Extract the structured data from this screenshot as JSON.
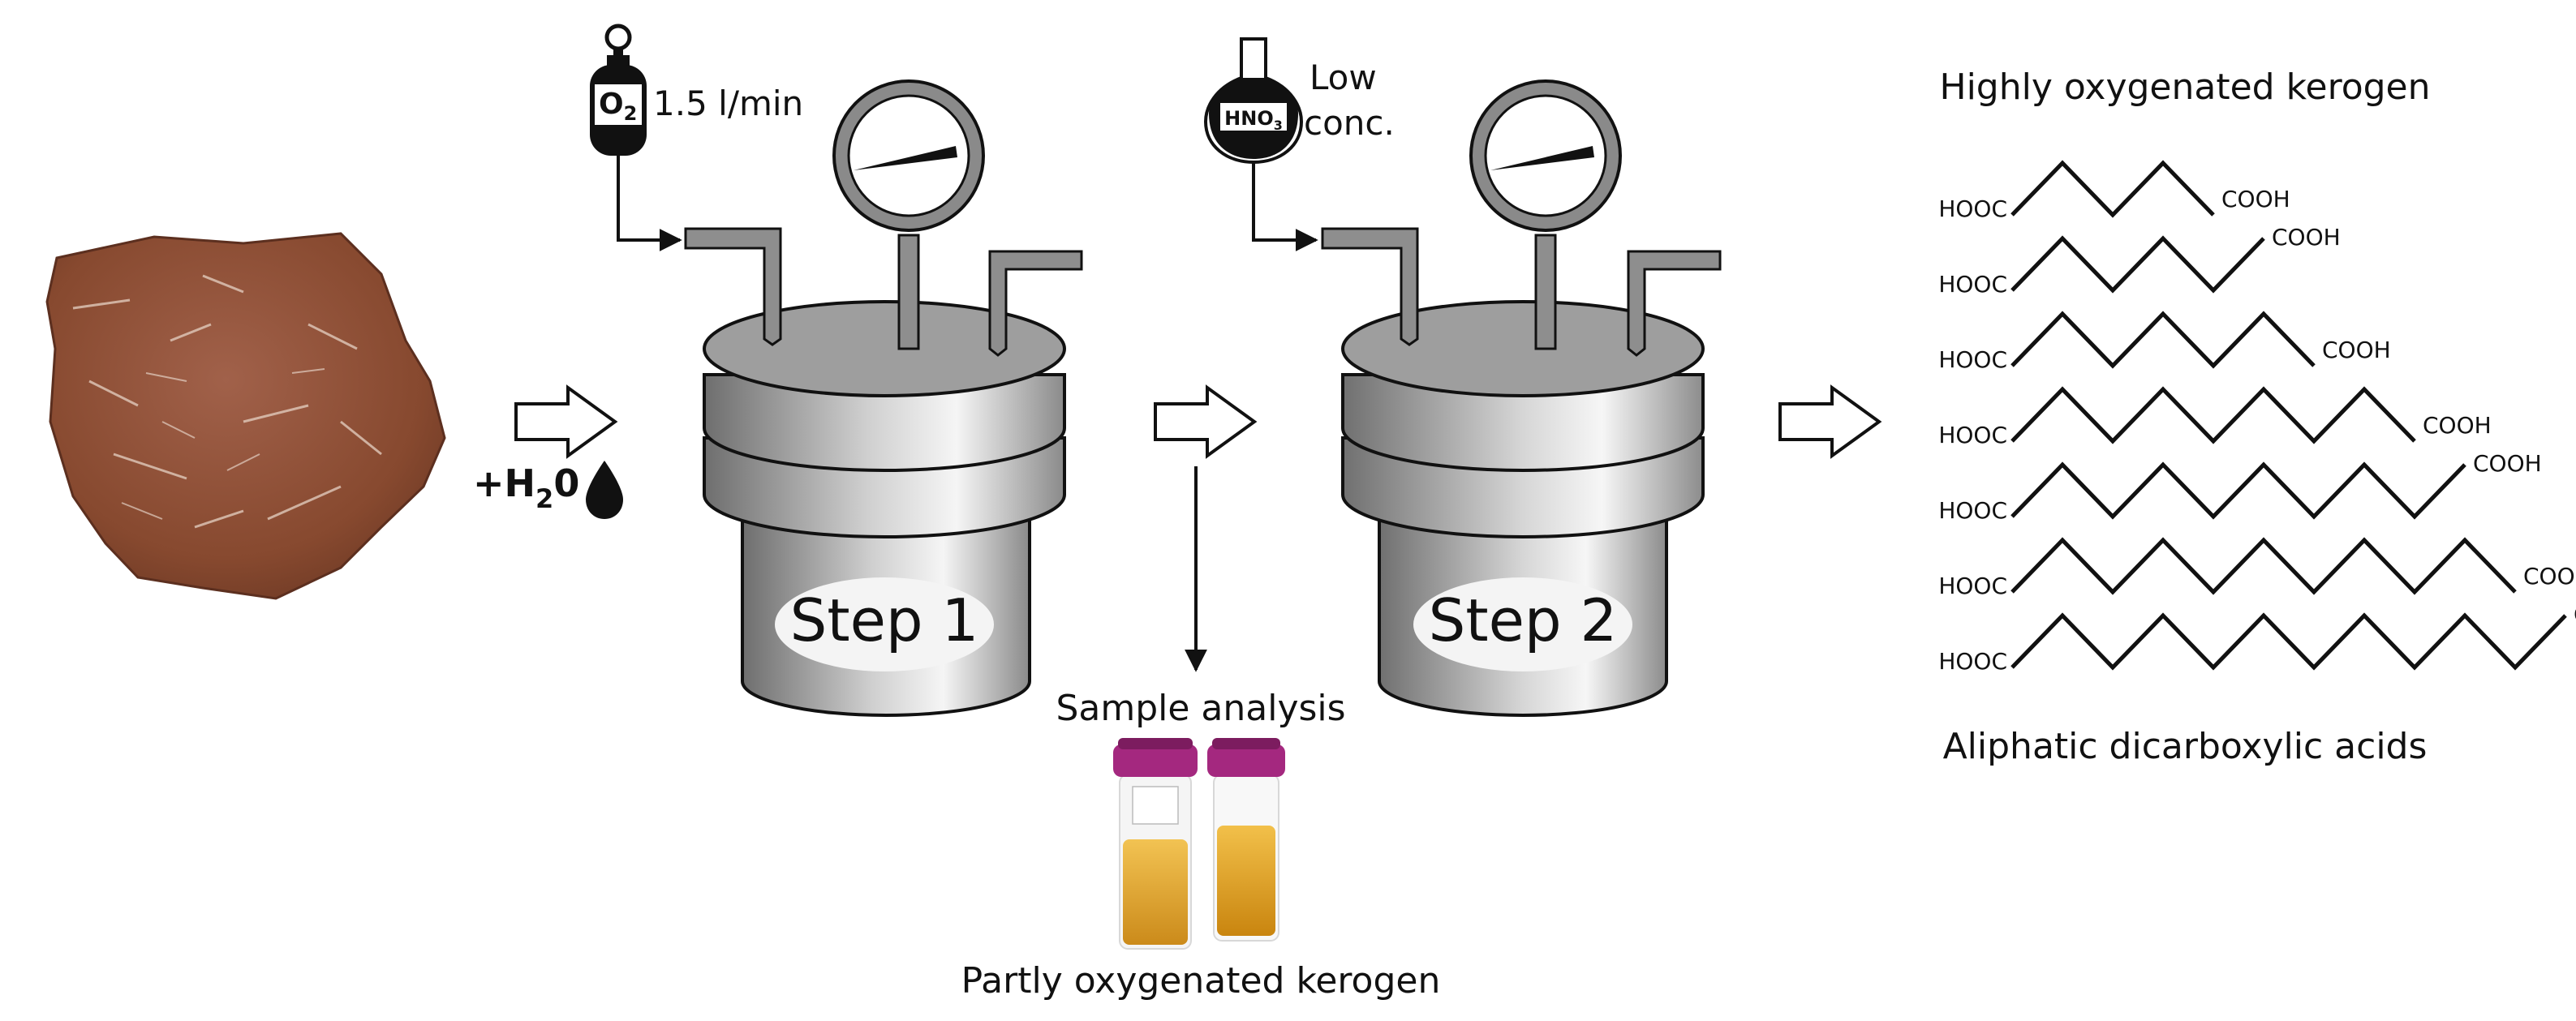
{
  "input": {
    "water_prefix": "+H",
    "water_subscript": "2",
    "water_suffix": "0"
  },
  "step1": {
    "label": "Step 1",
    "gas_symbol": "O",
    "gas_subscript": "2",
    "flow_rate": "1.5 l/min"
  },
  "step2": {
    "label": "Step 2",
    "reagent_symbol": "HNO",
    "reagent_subscript": "3",
    "concentration_line1": "Low",
    "concentration_line2": "conc."
  },
  "sampling": {
    "title": "Sample analysis",
    "caption": "Partly oxygenated kerogen"
  },
  "products": {
    "top_label": "Highly oxygenated kerogen",
    "bottom_label": "Aliphatic dicarboxylic acids",
    "left_group": "HOOC",
    "right_group": "COOH",
    "chains": [
      {
        "bonds": 4
      },
      {
        "bonds": 5
      },
      {
        "bonds": 6
      },
      {
        "bonds": 8
      },
      {
        "bonds": 9
      },
      {
        "bonds": 10
      },
      {
        "bonds": 11
      }
    ]
  },
  "colors": {
    "rock": "#8a4e36",
    "vessel_dark": "#6f6f6f",
    "vessel_light": "#f4f4f4",
    "tube_cap": "#a4287f",
    "tube_liquid": "#d99a1e",
    "outline": "#111111"
  }
}
